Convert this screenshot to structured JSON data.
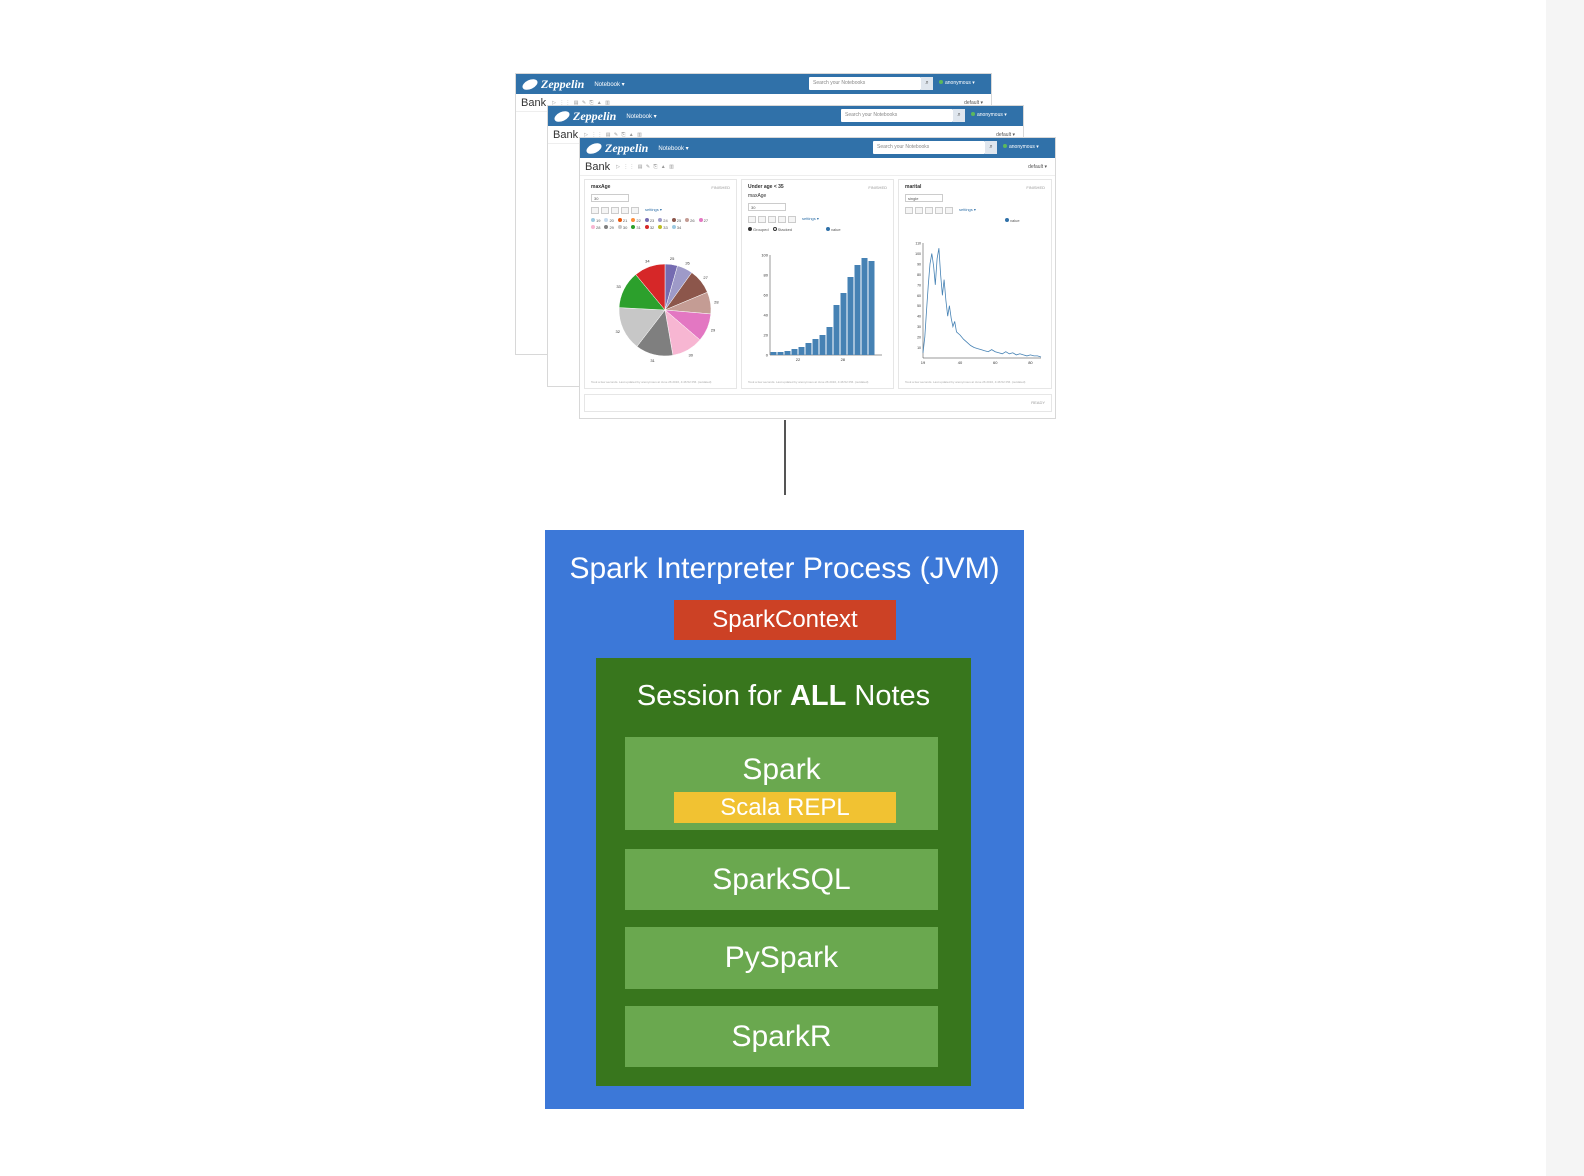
{
  "notebook_ui": {
    "app_name": "Zeppelin",
    "nav_notebook": "Notebook ▾",
    "search_placeholder": "Search your Notebooks",
    "user": "anonymous ▾",
    "notebook_title": "Bank",
    "default_label": "default ▾",
    "settings_label": "settings ▾",
    "status_finished": "FINISHED",
    "status_ready": "READY",
    "footer_text": "Took a few seconds. Last updated by anonymous at June 26 2016, 4:46:52 PM. (outdated)",
    "paragraphs": [
      {
        "title": "maxAge",
        "input": "30"
      },
      {
        "title": "Under age < 35",
        "input_label": "maxAge",
        "input": "30"
      },
      {
        "title": "marital",
        "input": "single"
      }
    ],
    "pie_legend": [
      "19",
      "20",
      "21",
      "22",
      "23",
      "24",
      "25",
      "26",
      "27",
      "28",
      "29",
      "30",
      "31",
      "32",
      "33",
      "34"
    ],
    "bar_legend": [
      "Grouped",
      "Stacked"
    ],
    "value_legend": "value"
  },
  "chart_data": [
    {
      "type": "pie",
      "title": "",
      "labels": [
        "25",
        "26",
        "27",
        "28",
        "29",
        "30",
        "31",
        "32",
        "33",
        "34"
      ],
      "values": [
        4,
        5,
        8,
        7,
        9,
        10,
        12,
        14,
        12,
        10
      ],
      "colors": [
        "#9ecae1",
        "#c6dbef",
        "#e6550d",
        "#fd8d3c",
        "#756bb1",
        "#9e9ac8",
        "#8c564b",
        "#c49c94",
        "#e377c2",
        "#f7b6d2",
        "#7f7f7f",
        "#c7c7c7",
        "#2ca02c",
        "#d62728",
        "#bcbd22"
      ],
      "tick_labels": [
        "25",
        "26",
        "27",
        "28",
        "29",
        "30",
        "31",
        "32",
        "33",
        "34"
      ]
    },
    {
      "type": "bar",
      "categories": [
        "19",
        "20",
        "21",
        "22",
        "23",
        "24",
        "25",
        "26",
        "27",
        "28",
        "29",
        "30",
        "31",
        "32",
        "33",
        "34"
      ],
      "values": [
        3,
        3,
        4,
        6,
        8,
        12,
        16,
        20,
        28,
        50,
        62,
        78,
        90,
        97,
        94,
        0
      ],
      "ylim": [
        0,
        100
      ],
      "y_ticks": [
        "0",
        "20",
        "40",
        "60",
        "80",
        "100"
      ],
      "x_ticks": [
        "22",
        "28"
      ],
      "color": "#4682b4"
    },
    {
      "type": "line",
      "x": [
        19,
        20,
        21,
        22,
        23,
        24,
        25,
        26,
        27,
        28,
        29,
        30,
        31,
        32,
        33,
        34,
        35,
        36,
        37,
        38,
        40,
        42,
        44,
        46,
        48,
        50,
        52,
        54,
        56,
        58,
        60,
        62,
        64,
        66,
        68,
        70,
        72,
        74,
        76,
        78,
        80,
        82,
        84,
        86
      ],
      "y": [
        5,
        20,
        45,
        70,
        90,
        100,
        88,
        70,
        95,
        105,
        80,
        60,
        75,
        55,
        40,
        50,
        38,
        30,
        35,
        25,
        22,
        18,
        15,
        12,
        10,
        9,
        8,
        7,
        6,
        8,
        6,
        5,
        4,
        6,
        4,
        5,
        3,
        4,
        3,
        2,
        3,
        2,
        2,
        1
      ],
      "ylim": [
        0,
        110
      ],
      "y_ticks": [
        "10",
        "20",
        "30",
        "40",
        "50",
        "60",
        "70",
        "80",
        "90",
        "100",
        "110"
      ],
      "x_ticks": [
        "19",
        "40",
        "60",
        "80"
      ],
      "color": "#4682b4"
    }
  ],
  "diagram": {
    "process_title": "Spark Interpreter Process (JVM)",
    "spark_context": "SparkContext",
    "session_title_prefix": "Session for ",
    "session_title_bold": "ALL",
    "session_title_suffix": " Notes",
    "spark": "Spark",
    "scala_repl": "Scala REPL",
    "spark_sql": "SparkSQL",
    "pyspark": "PySpark",
    "sparkr": "SparkR",
    "colors": {
      "jvm": "#3c78d8",
      "spark_context": "#cc4125",
      "session": "#38761d",
      "interpreter": "#6aa84f",
      "scala": "#f1c232"
    }
  }
}
